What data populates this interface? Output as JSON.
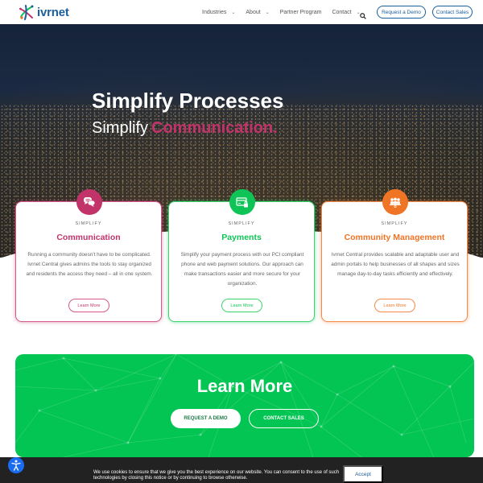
{
  "header": {
    "logo_text": "ivrnet",
    "nav": [
      {
        "label": "Industries",
        "has_dropdown": true
      },
      {
        "label": "About",
        "has_dropdown": true
      },
      {
        "label": "Partner Program",
        "has_dropdown": false
      },
      {
        "label": "Contact",
        "has_dropdown": true
      }
    ],
    "search_icon": "search-icon",
    "request_demo_label": "Request a Demo",
    "contact_sales_label": "Contact Sales",
    "brand_color": "#1a5e9c"
  },
  "hero": {
    "title": "Simplify Processes",
    "subtitle_prefix": "Simplify",
    "subtitle_accent": "Communication.",
    "accent_color": "#c2336a"
  },
  "cards": [
    {
      "icon": "chat-bubbles-icon",
      "kicker": "SIMPLIFY",
      "title": "Communication",
      "body": "Running a community doesn't have to be complicated. Ivrnet Central gives admins the tools to stay organized and residents the access they need – all in one system.",
      "button": "Learn More",
      "color": "#c2336a"
    },
    {
      "icon": "credit-card-lock-icon",
      "kicker": "SIMPLIFY",
      "title": "Payments",
      "body": "Simplify your payment process with our PCI compliant phone and web payment solutions. Our approach can make transactions easier and more secure for your organization.",
      "button": "Learn More",
      "color": "#0fc456"
    },
    {
      "icon": "users-group-icon",
      "kicker": "SIMPLIFY",
      "title": "Community Management",
      "body": "Ivrnet Central provides scalable and adaptable user and admin portals to help businesses of all shapes and sizes manage day-to-day tasks efficiently and effectively.",
      "button": "Learn More",
      "color": "#f07426"
    }
  ],
  "cta": {
    "title": "Learn More",
    "request_demo": "REQUEST A DEMO",
    "contact_sales": "CONTACT SALES",
    "background": "#03c553"
  },
  "cookie": {
    "text": "We use cookies to ensure that we give you the best experience on our website. You can consent to the use of such technologies by closing this notice or by continuing to browse otherwise.",
    "accept": "Accept"
  },
  "accessibility": {
    "icon": "accessibility-icon",
    "color": "#1a6cf0"
  }
}
